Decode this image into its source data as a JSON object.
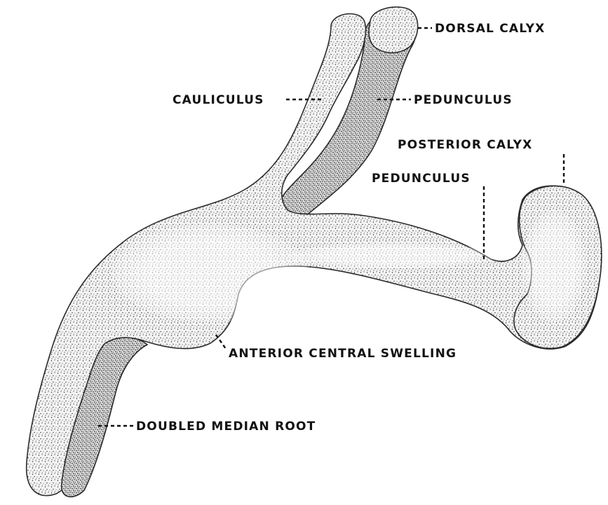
{
  "labels": {
    "dorsal_calyx": "DORSAL CALYX",
    "cauliculus": "CAULICULUS",
    "pedunculus_upper": "PEDUNCULUS",
    "posterior_calyx": "POSTERIOR CALYX",
    "pedunculus_lower": "PEDUNCULUS",
    "anterior_central_swelling": "ANTERIOR CENTRAL SWELLING",
    "doubled_median_root": "DOUBLED MEDIAN ROOT"
  },
  "colors": {
    "ink": "#111111",
    "paper": "#ffffff",
    "stipple_dark": "#2a2a2a",
    "stipple_light": "#8a8a8a"
  }
}
